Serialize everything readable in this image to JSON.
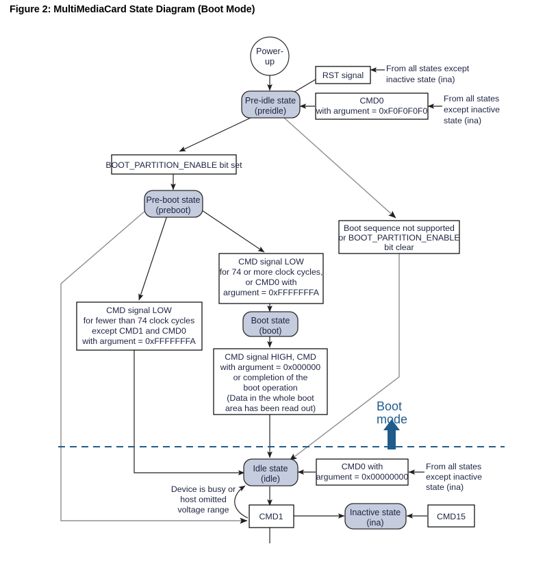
{
  "figure": {
    "title": "Figure 2: MultiMediaCard State Diagram (Boot Mode)"
  },
  "colors": {
    "state_fill": "#c4ccde",
    "state_stroke": "#2b2b2b",
    "box_fill": "#ffffff",
    "box_stroke": "#000000",
    "line": "#231f20",
    "line_gray": "#8d8d8d",
    "boot_mode_accent": "#1f5c8b"
  },
  "nodes": {
    "power_up": {
      "label_line1": "Power-",
      "label_line2": "up"
    },
    "preidle": {
      "label_line1": "Pre-idle state",
      "label_line2": "(preidle)"
    },
    "preboot": {
      "label_line1": "Pre-boot state",
      "label_line2": "(preboot)"
    },
    "boot": {
      "label_line1": "Boot state",
      "label_line2": "(boot)"
    },
    "idle": {
      "label_line1": "Idle state",
      "label_line2": "(idle)"
    },
    "inactive": {
      "label_line1": "Inactive state",
      "label_line2": "(ina)"
    }
  },
  "boxes": {
    "rst_signal": {
      "lines": [
        "RST signal"
      ]
    },
    "cmd0_f0f0f0f0": {
      "lines": [
        "CMD0",
        "with argument = 0xF0F0F0F0"
      ]
    },
    "boot_partition_enable_set": {
      "lines": [
        "BOOT_PARTITION_ENABLE bit set"
      ]
    },
    "boot_not_supported": {
      "lines": [
        "Boot sequence not supported",
        "or BOOT_PARTITION_ENABLE",
        "bit clear"
      ]
    },
    "cmd_low_74_more": {
      "lines": [
        "CMD signal LOW",
        "for 74 or more clock cycles,",
        "or CMD0 with",
        "argument = 0xFFFFFFFA"
      ]
    },
    "cmd_low_fewer_74": {
      "lines": [
        "CMD signal LOW",
        "for fewer than 74 clock cycles",
        "except CMD1 and CMD0",
        "with argument = 0xFFFFFFFA"
      ]
    },
    "cmd_high": {
      "lines": [
        "CMD signal HIGH, CMD",
        "with argument = 0x000000",
        "or completion of the",
        "boot operation",
        "(Data in the whole boot",
        "area has been read out)"
      ]
    },
    "cmd0_zero_arg": {
      "lines": [
        "CMD0 with",
        "argument = 0x00000000"
      ]
    },
    "cmd1": {
      "lines": [
        "CMD1"
      ]
    },
    "cmd15": {
      "lines": [
        "CMD15"
      ]
    }
  },
  "annotations": {
    "from_all_top": {
      "lines": [
        "From all states except",
        "inactive state (ina)"
      ]
    },
    "from_all_cmd0": {
      "lines": [
        "From all states",
        "except inactive",
        "state (ina)"
      ]
    },
    "from_all_idle": {
      "lines": [
        "From all states",
        "except inactive",
        "state (ina)"
      ]
    },
    "device_busy": {
      "lines": [
        "Device is busy or",
        "host omitted",
        "voltage range"
      ]
    },
    "boot_mode": {
      "lines": [
        "Boot",
        "mode"
      ]
    }
  }
}
